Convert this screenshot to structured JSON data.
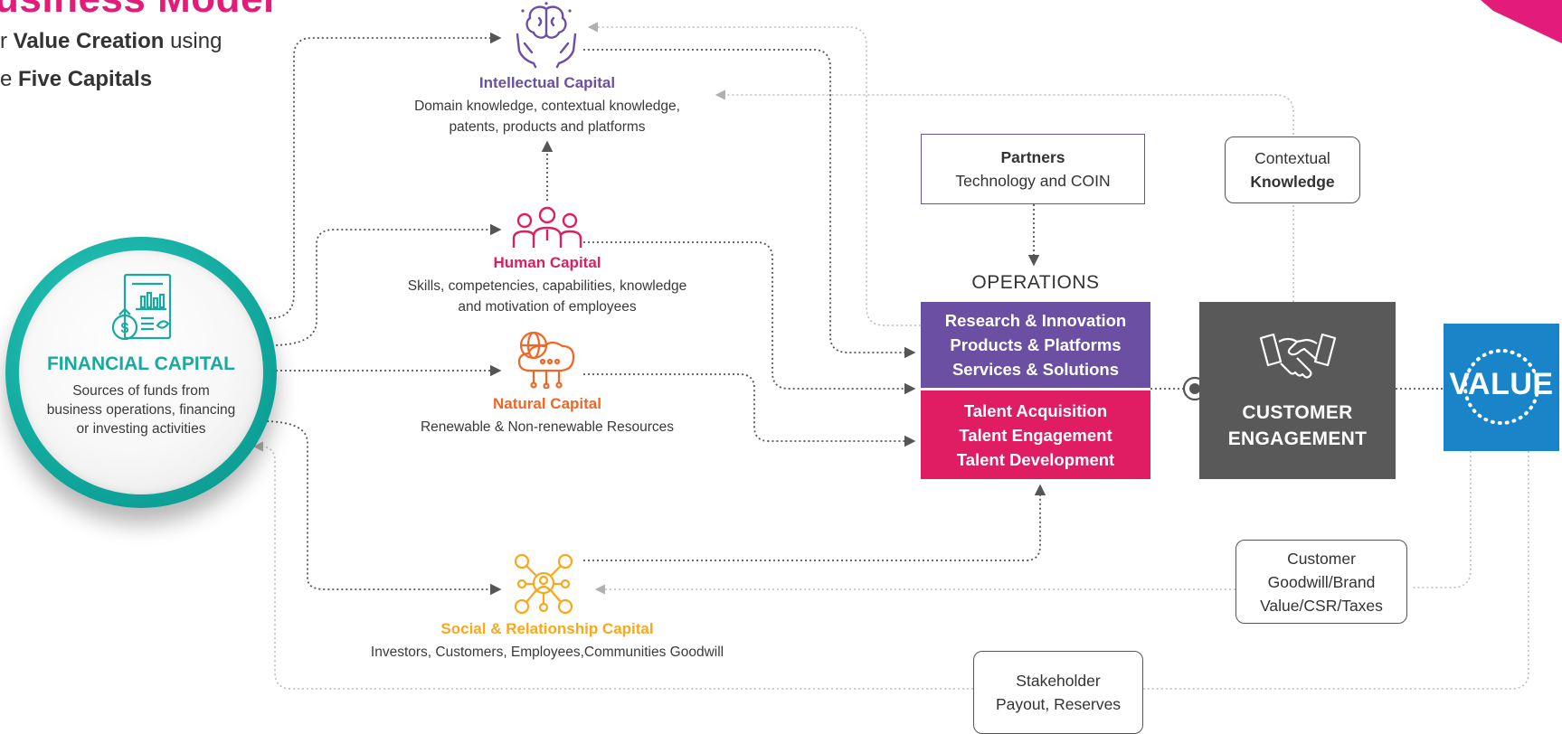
{
  "header": {
    "title": "usiness Model",
    "subtitle_line1": {
      "prefix": "r ",
      "bold": "Value Creation",
      "suffix": " using"
    },
    "subtitle_line2": {
      "prefix": "e ",
      "bold": "Five Capitals"
    }
  },
  "financial_capital": {
    "title": "FINANCIAL CAPITAL",
    "description": "Sources of funds from business operations, financing or investing activities",
    "icon": "financial-report-icon",
    "color": "#1aa99f"
  },
  "capitals": {
    "intellectual": {
      "title": "Intellectual Capital",
      "desc_line1": "Domain knowledge, contextual knowledge,",
      "desc_line2": "patents, products and platforms",
      "icon": "brain-in-hands-icon",
      "color": "#6a4fa3"
    },
    "human": {
      "title": "Human Capital",
      "desc_line1": "Skills, competencies, capabilities, knowledge",
      "desc_line2": "and motivation of employees",
      "icon": "people-group-icon",
      "color": "#e01d62"
    },
    "natural": {
      "title": "Natural Capital",
      "desc_line1": "Renewable & Non-renewable Resources",
      "icon": "globe-cloud-network-icon",
      "color": "#f26522"
    },
    "social": {
      "title": "Social & Relationship Capital",
      "desc_line1": "Investors, Customers, Employees,Communities Goodwill",
      "icon": "network-of-people-icon",
      "color": "#f7a81b"
    }
  },
  "partners": {
    "line1": "Partners",
    "line2": "Technology and COIN"
  },
  "contextual_knowledge": {
    "line1": "Contextual",
    "line2": "Knowledge"
  },
  "operations": {
    "label": "OPERATIONS",
    "purple_items": [
      "Research & Innovation",
      "Products & Platforms",
      "Services & Solutions"
    ],
    "pink_items": [
      "Talent Acquisition",
      "Talent Engagement",
      "Talent Development"
    ],
    "purple_color": "#6a4fa3",
    "pink_color": "#e01d62"
  },
  "customer_engagement": {
    "line1": "CUSTOMER",
    "line2": "ENGAGEMENT",
    "icon": "handshake-icon",
    "color": "#595959"
  },
  "value": {
    "label": "VALUE",
    "color": "#1a84c9"
  },
  "customer_goodwill": {
    "line1": "Customer",
    "line2": "Goodwill/Brand",
    "line3": "Value/CSR/Taxes"
  },
  "stakeholder": {
    "line1": "Stakeholder",
    "line2": "Payout, Reserves"
  },
  "colors": {
    "title_pink": "#e31c79",
    "connector_dark": "#555555",
    "connector_light": "#b5b5b5"
  }
}
